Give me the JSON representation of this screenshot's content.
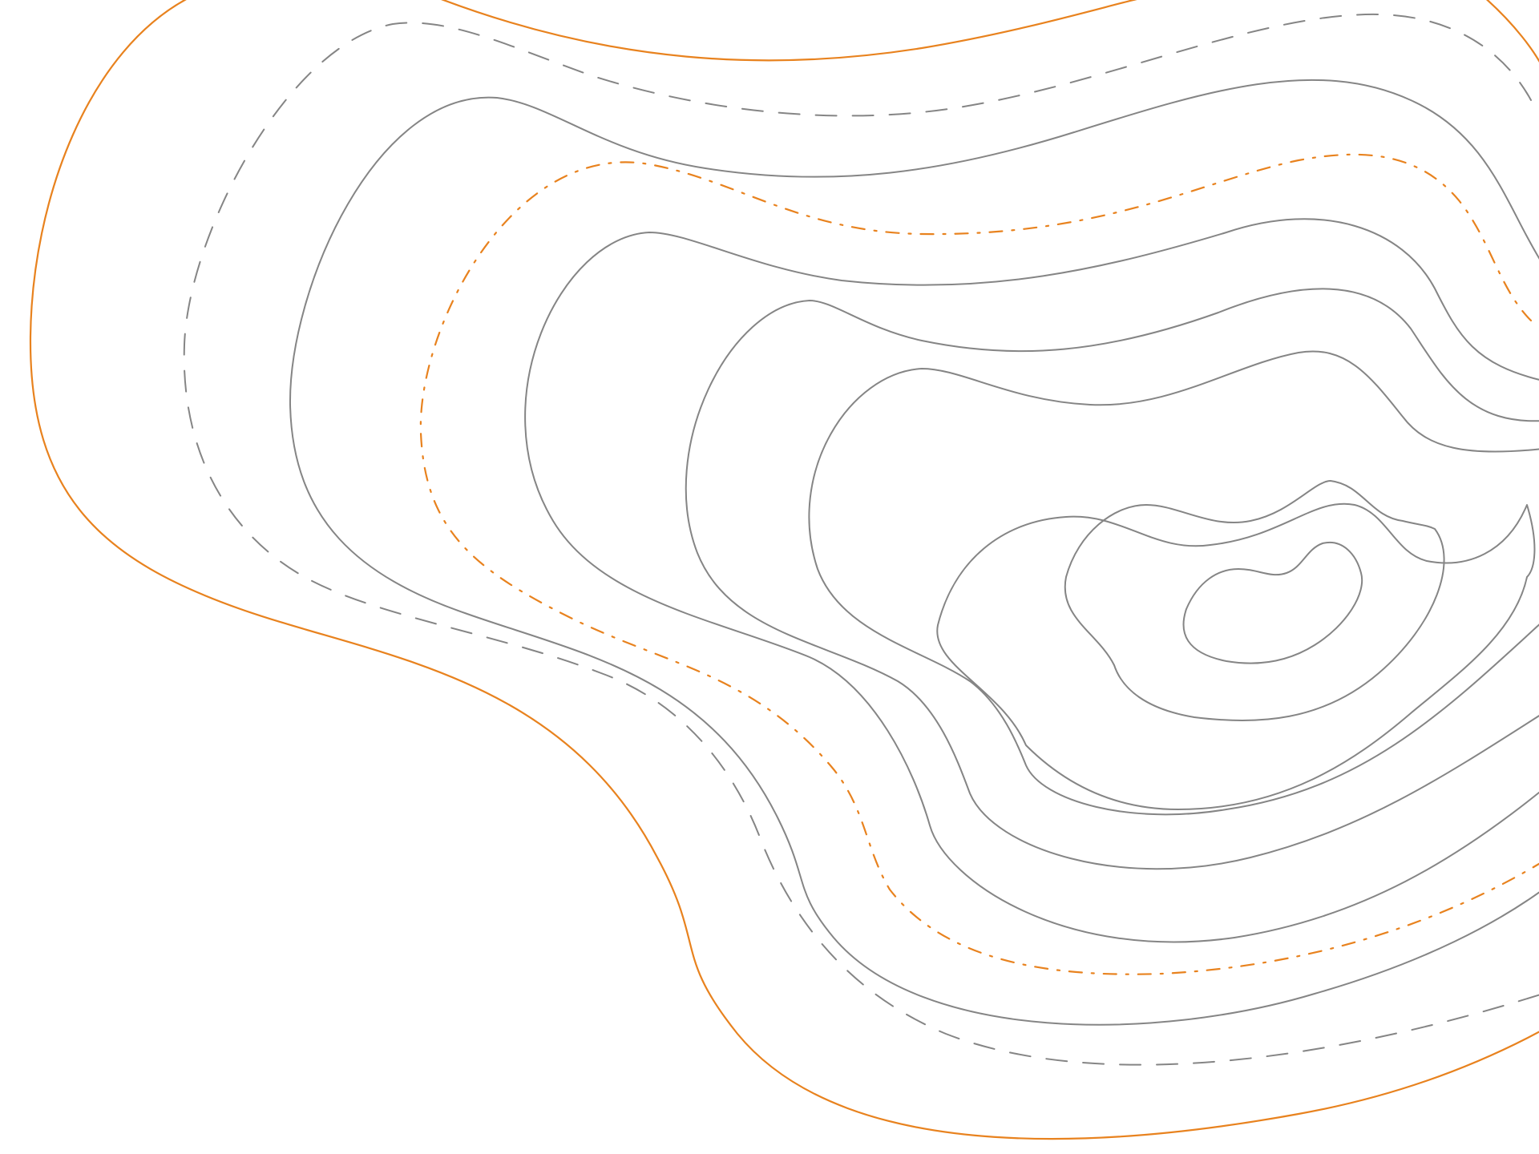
{
  "artwork": {
    "subject": "topographic-contour-lines",
    "background_color": "#ffffff",
    "colors": {
      "accent": "#e8821e",
      "neutral": "#858585"
    },
    "line_styles": [
      "solid",
      "dashed",
      "dash-dot"
    ],
    "contour_lines": [
      {
        "id": "outer-boundary",
        "color": "accent",
        "style": "solid"
      },
      {
        "id": "ring-dashed",
        "color": "neutral",
        "style": "dashed"
      },
      {
        "id": "ring-1",
        "color": "neutral",
        "style": "solid"
      },
      {
        "id": "ring-dash-dot",
        "color": "accent",
        "style": "dash-dot"
      },
      {
        "id": "ring-2",
        "color": "neutral",
        "style": "solid"
      },
      {
        "id": "ring-3",
        "color": "neutral",
        "style": "solid"
      },
      {
        "id": "ring-4",
        "color": "neutral",
        "style": "solid"
      },
      {
        "id": "ring-5",
        "color": "neutral",
        "style": "solid"
      },
      {
        "id": "ring-6",
        "color": "neutral",
        "style": "solid"
      },
      {
        "id": "summit",
        "color": "neutral",
        "style": "solid"
      }
    ]
  }
}
